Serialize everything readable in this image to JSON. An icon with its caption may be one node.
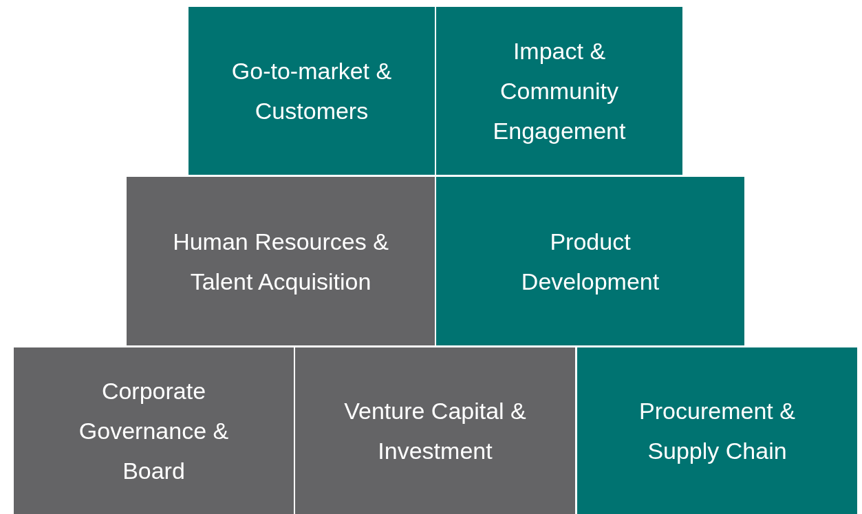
{
  "diagram": {
    "nodes": [
      {
        "text": [
          "Go-to-market & Customers"
        ]
      },
      {
        "text": [
          "Impact & Community Engagement"
        ]
      },
      {
        "text": [
          "Human Resources & Talent Acquisition"
        ]
      },
      {
        "text": [
          "Product Development"
        ]
      },
      {
        "text": [
          "Corporate Governance & Board"
        ]
      },
      {
        "text": [
          "Venture Capital & Investment"
        ]
      },
      {
        "text": [
          "Procurement & Supply Chain"
        ]
      }
    ]
  }
}
